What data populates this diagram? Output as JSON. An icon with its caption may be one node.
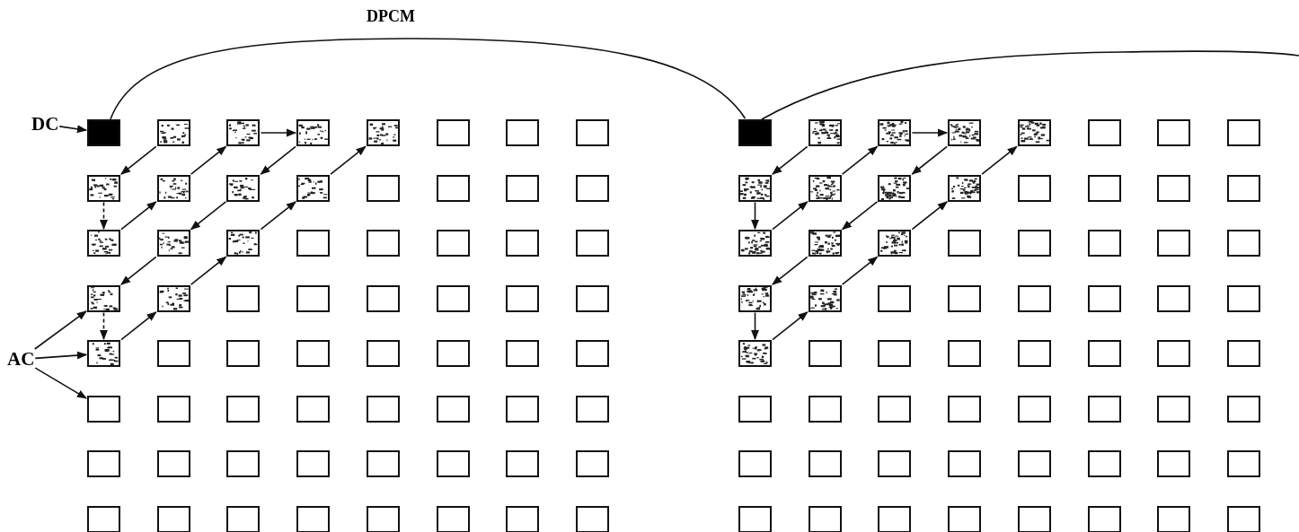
{
  "diagram": {
    "nodes": [
      {
        "text": [],
        "shape": "box"
      },
      {
        "text": [],
        "shape": "box"
      },
      {
        "text": [],
        "shape": "box"
      },
      {
        "text": [],
        "shape": "box"
      },
      {
        "text": [],
        "shape": "box"
      },
      {
        "text": [],
        "shape": "box"
      },
      {
        "text": [],
        "shape": "box"
      },
      {
        "text": [],
        "shape": "box"
      },
      {
        "text": [],
        "shape": "box"
      },
      {
        "text": [],
        "shape": "box"
      },
      {
        "text": [],
        "shape": "box"
      },
      {
        "text": [],
        "shape": "box"
      },
      {
        "text": [],
        "shape": "box"
      },
      {
        "text": [],
        "shape": "box"
      },
      {
        "text": [],
        "shape": "box"
      },
      {
        "text": [],
        "shape": "box"
      },
      {
        "text": [],
        "shape": "box"
      },
      {
        "text": [],
        "shape": "box"
      },
      {
        "text": [],
        "shape": "box"
      },
      {
        "text": [],
        "shape": "box"
      },
      {
        "text": [],
        "shape": "box"
      },
      {
        "text": [],
        "shape": "box"
      },
      {
        "text": [],
        "shape": "box"
      },
      {
        "text": [],
        "shape": "box"
      },
      {
        "text": [],
        "shape": "box"
      },
      {
        "text": [],
        "shape": "box"
      },
      {
        "text": [],
        "shape": "box"
      },
      {
        "text": [],
        "shape": "box"
      },
      {
        "text": [],
        "shape": "box"
      },
      {
        "text": [],
        "shape": "box"
      },
      {
        "text": [],
        "shape": "box"
      },
      {
        "text": [],
        "shape": "box"
      },
      {
        "text": [],
        "shape": "box"
      },
      {
        "text": [],
        "shape": "box"
      },
      {
        "text": [],
        "shape": "box"
      },
      {
        "text": [],
        "shape": "box"
      },
      {
        "text": [],
        "shape": "box"
      },
      {
        "text": [],
        "shape": "box"
      },
      {
        "text": [],
        "shape": "box"
      },
      {
        "text": [],
        "shape": "box"
      },
      {
        "text": [],
        "shape": "box"
      },
      {
        "text": [],
        "shape": "box"
      },
      {
        "text": [],
        "shape": "box"
      },
      {
        "text": [],
        "shape": "box"
      },
      {
        "text": [],
        "shape": "box"
      },
      {
        "text": [],
        "shape": "box"
      },
      {
        "text": [],
        "shape": "box"
      },
      {
        "text": [],
        "shape": "box"
      },
      {
        "text": [],
        "shape": "box"
      },
      {
        "text": [],
        "shape": "box"
      },
      {
        "text": [],
        "shape": "box"
      },
      {
        "text": [],
        "shape": "box"
      },
      {
        "text": [],
        "shape": "box"
      },
      {
        "text": [],
        "shape": "box"
      },
      {
        "text": [],
        "shape": "box"
      },
      {
        "text": [],
        "shape": "box"
      },
      {
        "text": [],
        "shape": "box"
      },
      {
        "text": [],
        "shape": "box"
      },
      {
        "text": [],
        "shape": "box"
      },
      {
        "text": [],
        "shape": "box"
      },
      {
        "text": [],
        "shape": "box"
      },
      {
        "text": [],
        "shape": "box"
      },
      {
        "text": [],
        "shape": "box"
      },
      {
        "text": [],
        "shape": "box"
      },
      {
        "text": [],
        "shape": "box"
      },
      {
        "text": [],
        "shape": "box"
      },
      {
        "text": [],
        "shape": "box"
      },
      {
        "text": [],
        "shape": "box"
      },
      {
        "text": [],
        "shape": "box"
      },
      {
        "text": [],
        "shape": "box"
      },
      {
        "text": [],
        "shape": "box"
      },
      {
        "text": [],
        "shape": "box"
      },
      {
        "text": [],
        "shape": "box"
      },
      {
        "text": [],
        "shape": "box"
      },
      {
        "text": [],
        "shape": "box"
      },
      {
        "text": [],
        "shape": "box"
      },
      {
        "text": [],
        "shape": "box"
      },
      {
        "text": [],
        "shape": "box"
      },
      {
        "text": [],
        "shape": "box"
      },
      {
        "text": [],
        "shape": "box"
      },
      {
        "text": [],
        "shape": "box"
      },
      {
        "text": [],
        "shape": "box"
      },
      {
        "text": [],
        "shape": "box"
      },
      {
        "text": [],
        "shape": "box"
      },
      {
        "text": [],
        "shape": "box"
      },
      {
        "text": [],
        "shape": "box"
      },
      {
        "text": [],
        "shape": "box"
      },
      {
        "text": [],
        "shape": "box"
      },
      {
        "text": [],
        "shape": "box"
      },
      {
        "text": [],
        "shape": "box"
      },
      {
        "text": [],
        "shape": "box"
      },
      {
        "text": [],
        "shape": "box"
      },
      {
        "text": [],
        "shape": "box"
      },
      {
        "text": [],
        "shape": "box"
      },
      {
        "text": [],
        "shape": "box"
      },
      {
        "text": [],
        "shape": "box"
      },
      {
        "text": [],
        "shape": "box"
      },
      {
        "text": [],
        "shape": "box"
      },
      {
        "text": [],
        "shape": "box"
      },
      {
        "text": [],
        "shape": "box"
      },
      {
        "text": [],
        "shape": "box"
      },
      {
        "text": [],
        "shape": "box"
      },
      {
        "text": [],
        "shape": "box"
      },
      {
        "text": [],
        "shape": "box"
      },
      {
        "text": [],
        "shape": "box"
      },
      {
        "text": [],
        "shape": "box"
      },
      {
        "text": [],
        "shape": "box"
      },
      {
        "text": [],
        "shape": "box"
      },
      {
        "text": [],
        "shape": "box"
      },
      {
        "text": [],
        "shape": "box"
      },
      {
        "text": [],
        "shape": "box"
      },
      {
        "text": [],
        "shape": "box"
      },
      {
        "text": [],
        "shape": "box"
      },
      {
        "text": [],
        "shape": "box"
      },
      {
        "text": [],
        "shape": "box"
      },
      {
        "text": [],
        "shape": "box"
      },
      {
        "text": [],
        "shape": "box"
      },
      {
        "text": [],
        "shape": "box"
      },
      {
        "text": [],
        "shape": "box"
      },
      {
        "text": [],
        "shape": "box"
      },
      {
        "text": [],
        "shape": "box"
      },
      {
        "text": [],
        "shape": "box"
      },
      {
        "text": [],
        "shape": "box"
      },
      {
        "text": [],
        "shape": "box"
      },
      {
        "text": [],
        "shape": "box"
      },
      {
        "text": [],
        "shape": "box"
      },
      {
        "text": [],
        "shape": "box"
      },
      {
        "text": [],
        "shape": "box"
      },
      {
        "text": [
          "DC"
        ]
      },
      {
        "text": [
          "AC"
        ]
      }
    ],
    "edges": [
      {
        "from": 0,
        "to": 64,
        "arrow": "none",
        "label": "DPCM"
      },
      {
        "from": 64,
        "to": null,
        "arrow": "none"
      },
      {
        "from": 128,
        "to": 0,
        "arrow": "to"
      },
      {
        "from": 129,
        "to": 24,
        "arrow": "to"
      },
      {
        "from": 129,
        "to": 32,
        "arrow": "to"
      },
      {
        "from": 129,
        "to": 40,
        "arrow": "to"
      },
      {
        "from": 1,
        "to": 8,
        "arrow": "to"
      },
      {
        "from": 8,
        "to": 16,
        "arrow": "to",
        "style": "dashed"
      },
      {
        "from": 16,
        "to": 9,
        "arrow": "to"
      },
      {
        "from": 9,
        "to": 2,
        "arrow": "to"
      },
      {
        "from": 2,
        "to": 3,
        "arrow": "to"
      },
      {
        "from": 3,
        "to": 10,
        "arrow": "to"
      },
      {
        "from": 10,
        "to": 17,
        "arrow": "to"
      },
      {
        "from": 17,
        "to": 24,
        "arrow": "to"
      },
      {
        "from": 24,
        "to": 32,
        "arrow": "to",
        "style": "dashed"
      },
      {
        "from": 32,
        "to": 25,
        "arrow": "to"
      },
      {
        "from": 25,
        "to": 18,
        "arrow": "to"
      },
      {
        "from": 18,
        "to": 11,
        "arrow": "to"
      },
      {
        "from": 11,
        "to": 4,
        "arrow": "to"
      },
      {
        "from": 65,
        "to": 72,
        "arrow": "to"
      },
      {
        "from": 72,
        "to": 80,
        "arrow": "to"
      },
      {
        "from": 80,
        "to": 73,
        "arrow": "to"
      },
      {
        "from": 73,
        "to": 66,
        "arrow": "to"
      },
      {
        "from": 66,
        "to": 67,
        "arrow": "to"
      },
      {
        "from": 67,
        "to": 74,
        "arrow": "to"
      },
      {
        "from": 74,
        "to": 81,
        "arrow": "to"
      },
      {
        "from": 81,
        "to": 88,
        "arrow": "to"
      },
      {
        "from": 88,
        "to": 96,
        "arrow": "to"
      },
      {
        "from": 96,
        "to": 89,
        "arrow": "to"
      },
      {
        "from": 89,
        "to": 82,
        "arrow": "to"
      },
      {
        "from": 82,
        "to": 75,
        "arrow": "to"
      },
      {
        "from": 75,
        "to": 68,
        "arrow": "to"
      }
    ]
  }
}
